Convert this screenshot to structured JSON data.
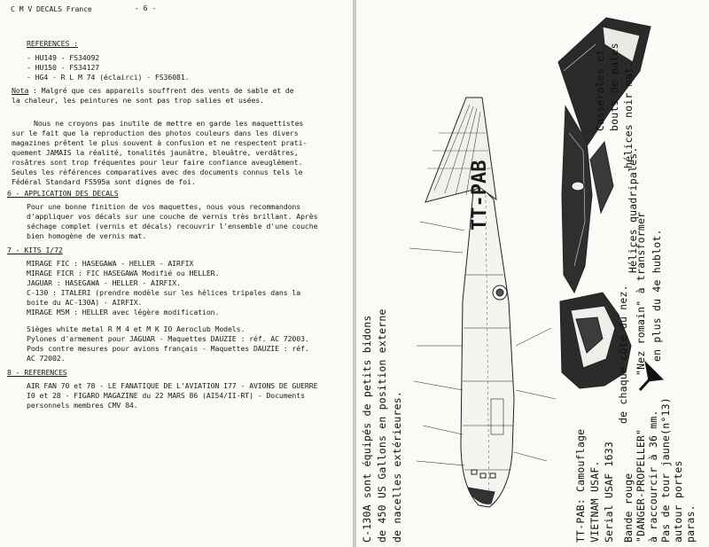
{
  "left_page": {
    "header_title": "C M V  DECALS France",
    "page_number": "- 6 -",
    "references_heading": "REFERENCES :",
    "references": [
      "- HU149 - FS34092",
      "- HU150 - FS34127",
      "- HG4 - R L M 74 (éclairci) - FS36081."
    ],
    "note_label": "Nota",
    "note_lines": [
      ": Malgré que ces appareils souffrent des vents de sable et de",
      "la chaleur, les peintures ne sont pas trop salies et usées."
    ],
    "paragraph": [
      "Nous ne croyons pas inutile de mettre en garde les maquettistes",
      "sur le fait que la reproduction des photos couleurs dans les divers",
      "magazines prêtent le plus souvent à confusion et ne respectent prati-",
      "quement JAMAIS la réalité, tonalités jaunâtre, bleuâtre, verdâtres,",
      "rosâtres sont trop fréquentes pour leur faire confiance aveuglément.",
      "Seules les références comparatives avec des documents connus tels le",
      "Fédéral Standard FS595a sont dignes de foi."
    ],
    "section6_heading": "6 - APPLICATION DES DECALS",
    "section6_lines": [
      "Pour une bonne finition de vos maquettes, nous vous recommandons",
      "d'appliquer vos décals sur une couche de vernis très brillant. Après",
      "séchage complet (vernis et décals) recouvrir l'ensemble d'une couche",
      "bien homogène de vernis mat."
    ],
    "section7_heading": "7 - KITS I/72",
    "kits": [
      "MIRAGE FIC : HASEGAWA - HELLER - AIRFIX",
      "MIRAGE FICR : FIC HASEGAWA Modifié ou HELLER.",
      "JAGUAR : HASEGAWA - HELLER - AIRFIX.",
      "C-130 : ITALERI (prendre modèle sur les hélices tripales dans la",
      "boite du AC-130A) - AIRFIX.",
      "MIRAGE M5M : HELLER avec légère modification."
    ],
    "extras": [
      "Sièges white metal R M 4 et M K IO Aeroclub Models.",
      "Pylones d'armement pour JAGUAR - Maquettes DAUZIE : réf. AC 72003.",
      "Pods contre mesures pour avions français - Maquettes DAUZIE : réf.",
      "AC 72002."
    ],
    "section8_heading": "8 - REFERENCES",
    "section8_lines": [
      "AIR FAN 70 et 78 - LE FANATIQUE DE L'AVIATION I77 - AVIONS DE GUERRE",
      "I0 et 28 - FIGARO MAGAZINE du 22 MARS 86 (AI54/II-RT) - Documents",
      "personnels membres CMV 84."
    ]
  },
  "right_page": {
    "caption_bidons": [
      "C-130A sont équipés de petits bidons",
      "de 450 US Gallons en position externe",
      "de nacelles extérieures."
    ],
    "caption_camouflage": [
      "TT-PAB: Camouflage",
      "VIETNAM USAF.",
      "Serial USAF 1633",
      "de chaque côté du nez."
    ],
    "caption_bande": [
      "Bande rouge",
      "\"DANGER-PROPELLER\"",
      "à raccourcir à 36 mm.",
      "Pas de tour jaune(n°13)",
      "autour portes",
      "paras."
    ],
    "caption_nez": [
      "\"Nez romain\" à transformer",
      "en plus du 4e hublot."
    ],
    "caption_casseroles": [
      "Casseroles et",
      "bouts de pales",
      "hélices noir mat.",
      "Hélices quadripales."
    ],
    "aircraft_code": "TT-PAB"
  }
}
